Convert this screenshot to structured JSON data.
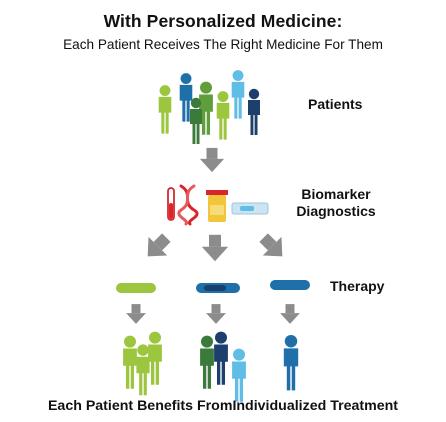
{
  "title": "With Personalized Medicine:",
  "subtitle": "Each Patient Receives The Right Medicine For Them",
  "labels": {
    "patients": "Patients",
    "biomarker_line1": "Biomarker",
    "biomarker_line2": "Diagnostics",
    "therapy": "Therapy"
  },
  "footer": "Each Patient Benefits FromIndividualized Treatment",
  "colors": {
    "lime": "#9dc63f",
    "dark_green": "#3b7a3a",
    "mid_green": "#5f9e3a",
    "dark_blue": "#1c3f6e",
    "mid_blue": "#1f6fa8",
    "light_blue": "#5fbde6",
    "gray_arrow": "#8c8c8c",
    "red": "#d8262b"
  },
  "icons": [
    "person-icon",
    "dna-icon",
    "test-tube-icon",
    "sample-jar-icon",
    "pill-icon",
    "arrow-down-icon"
  ]
}
